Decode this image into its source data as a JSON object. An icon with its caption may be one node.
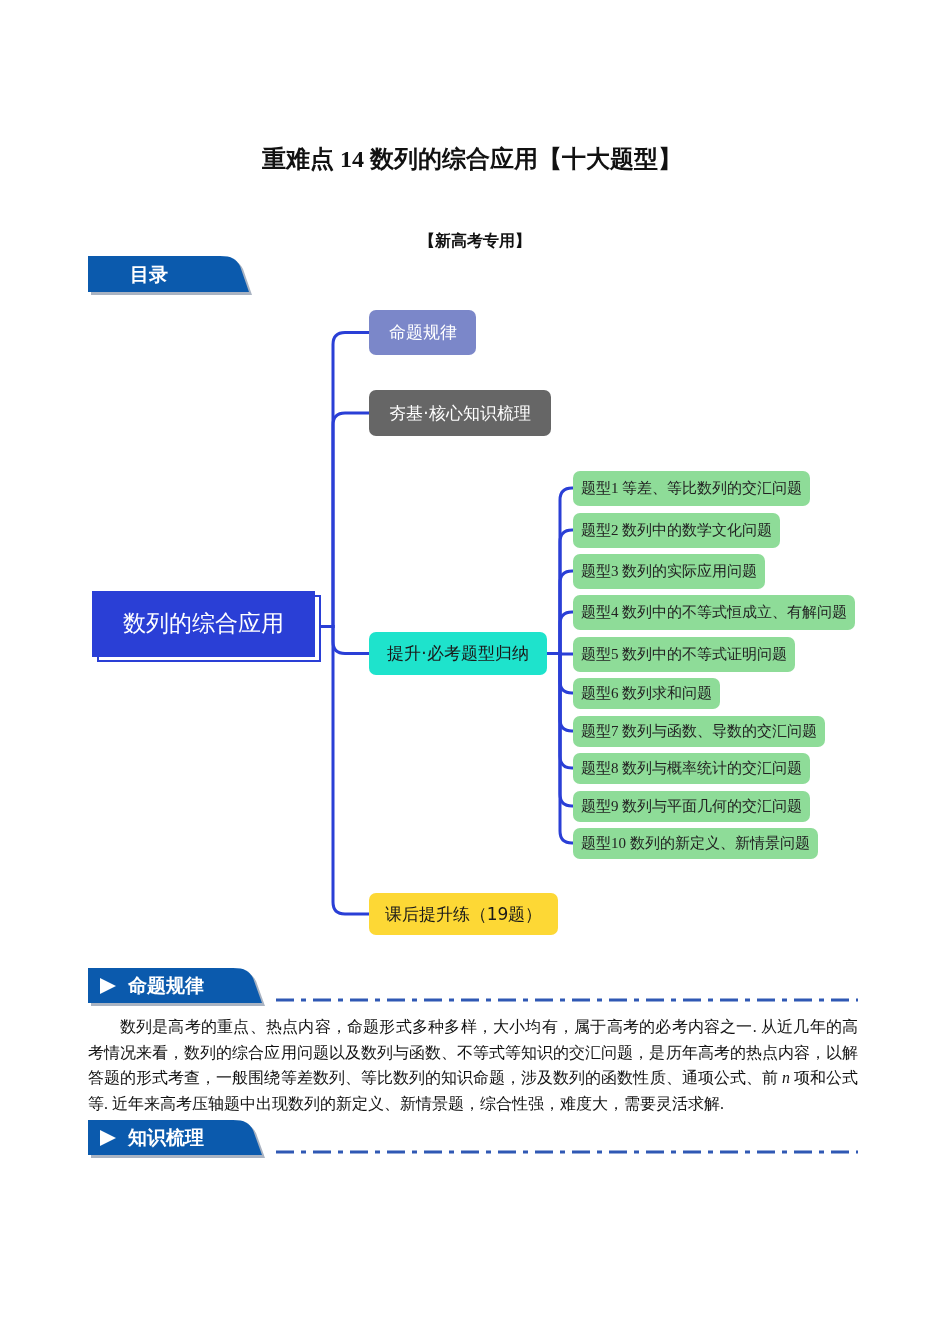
{
  "diagram": {
    "title": "重难点 14 数列的综合应用【十大题型】",
    "nodes": [
      {
        "text": [
          "数列的综合应用"
        ]
      },
      {
        "text": [
          "命题规律"
        ]
      },
      {
        "text": [
          "夯基·核心知识梳理"
        ]
      },
      {
        "text": [
          "提升·必考题型归纳"
        ]
      },
      {
        "text": [
          "题型1 等差、等比数列的交汇问题"
        ]
      },
      {
        "text": [
          "题型2 数列中的数学文化问题"
        ]
      },
      {
        "text": [
          "题型3 数列的实际应用问题"
        ]
      },
      {
        "text": [
          "题型4 数列中的不等式恒成立、有解问题"
        ]
      },
      {
        "text": [
          "题型5 数列中的不等式证明问题"
        ]
      },
      {
        "text": [
          "题型6 数列求和问题"
        ]
      },
      {
        "text": [
          "题型7 数列与函数、导数的交汇问题"
        ]
      },
      {
        "text": [
          "题型8 数列与概率统计的交汇问题"
        ]
      },
      {
        "text": [
          "题型9 数列与平面几何的交汇问题"
        ]
      },
      {
        "text": [
          "题型10 数列的新定义、新情景问题"
        ]
      },
      {
        "text": [
          "课后提升练（19题）"
        ]
      }
    ],
    "edges": [
      {
        "from": 0,
        "to": 1,
        "arrow": "none"
      },
      {
        "from": 0,
        "to": 2,
        "arrow": "none"
      },
      {
        "from": 0,
        "to": 3,
        "arrow": "none"
      },
      {
        "from": 0,
        "to": 14,
        "arrow": "none"
      },
      {
        "from": 3,
        "to": 4,
        "arrow": "none"
      },
      {
        "from": 3,
        "to": 5,
        "arrow": "none"
      },
      {
        "from": 3,
        "to": 6,
        "arrow": "none"
      },
      {
        "from": 3,
        "to": 7,
        "arrow": "none"
      },
      {
        "from": 3,
        "to": 8,
        "arrow": "none"
      },
      {
        "from": 3,
        "to": 9,
        "arrow": "none"
      },
      {
        "from": 3,
        "to": 10,
        "arrow": "none"
      },
      {
        "from": 3,
        "to": 11,
        "arrow": "none"
      },
      {
        "from": 3,
        "to": 12,
        "arrow": "none"
      },
      {
        "from": 3,
        "to": 13,
        "arrow": "none"
      }
    ],
    "labels": [
      "【新高考专用】",
      "目录",
      "命题规律",
      "数列是高考的重点、热点内容，命题形式多种多样，大小均有，属于高考的必考内容之一. 从近几年的高考情况来看，数列的综合应用问题以及数列与函数、不等式等知识的交汇问题，是历年高考的热点内容，以解答题的形式考查，一般围绕等差数列、等比数列的知识命题，涉及数列的函数性质、通项公式、前 *n* 项和公式等. 近年来高考压轴题中出现数列的新定义、新情景题，综合性强，难度大，需要灵活求解.",
      "知识梳理"
    ]
  }
}
